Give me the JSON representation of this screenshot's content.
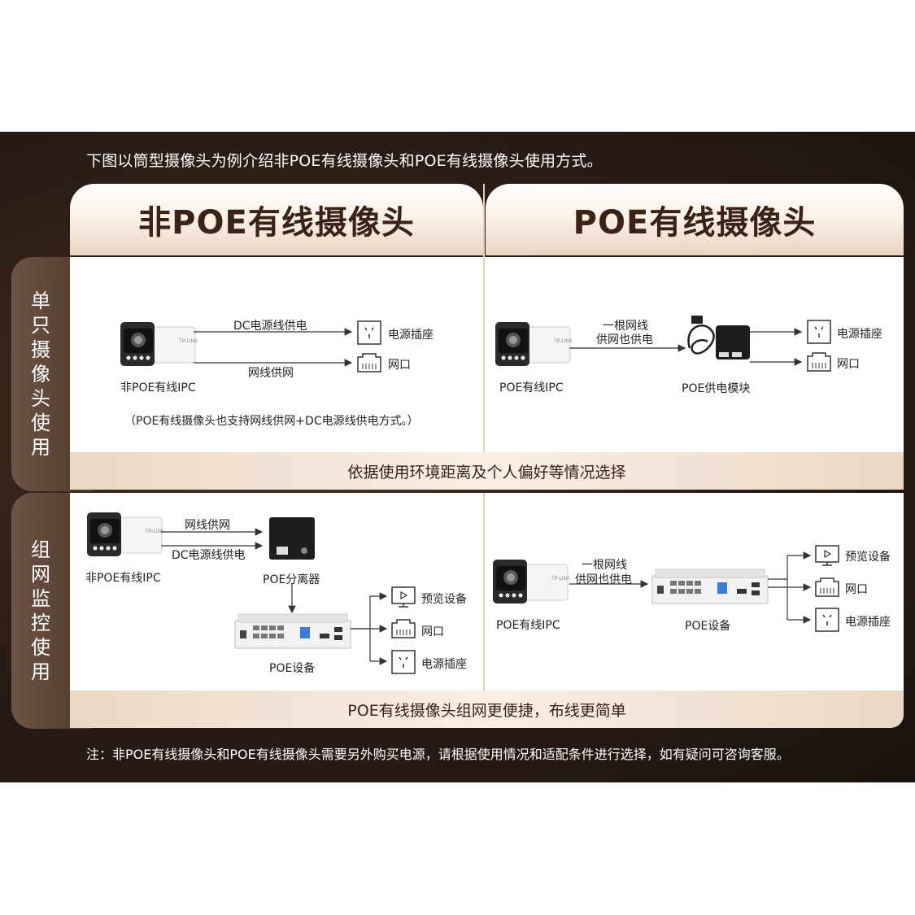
{
  "intro": "下图以筒型摄像头为例介绍非POE有线摄像头和POE有线摄像头使用方式。",
  "columns": {
    "left": "非POE有线摄像头",
    "right": "POE有线摄像头"
  },
  "rows": {
    "single": [
      "单",
      "只",
      "摄",
      "像",
      "头",
      "使",
      "用"
    ],
    "network": [
      "组",
      "网",
      "监",
      "控",
      "使",
      "用"
    ]
  },
  "single_left": {
    "dc_label": "DC电源线供电",
    "net_label": "网线供网",
    "ipc_label": "非POE有线IPC",
    "outlet_label": "电源插座",
    "port_label": "网口",
    "note": "（POE有线摄像头也支持网线供网+DC电源线供电方式。）"
  },
  "single_right": {
    "line1": "一根网线",
    "line2": "供网也供电",
    "ipc_label": "POE有线IPC",
    "module_label": "POE供电模块",
    "outlet_label": "电源插座",
    "port_label": "网口"
  },
  "band_single": "依据使用环境距离及个人偏好等情况选择",
  "network_left": {
    "net_label": "网线供网",
    "dc_label": "DC电源线供电",
    "ipc_label": "非POE有线IPC",
    "splitter_label": "POE分离器",
    "device_label": "POE设备",
    "preview_label": "预览设备",
    "port_label": "网口",
    "outlet_label": "电源插座"
  },
  "network_right": {
    "line1": "一根网线",
    "line2": "供网也供电",
    "ipc_label": "POE有线IPC",
    "device_label": "POE设备",
    "preview_label": "预览设备",
    "port_label": "网口",
    "outlet_label": "电源插座"
  },
  "band_network": "POE有线摄像头组网更便捷，布线更简单",
  "note": "注：非POE有线摄像头和POE有线摄像头需要另外购买电源，请根据使用情况和适配条件进行选择，如有疑问可咨询客服。",
  "colors": {
    "panel": "#2e1f18",
    "band": "#f4e7da",
    "title": "#3a2214"
  }
}
